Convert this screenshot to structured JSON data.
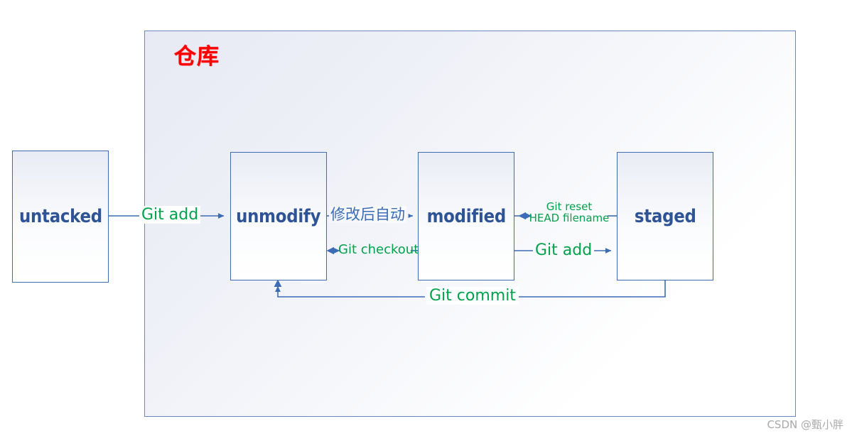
{
  "diagram": {
    "title": "仓库",
    "title_color": "#ff0000",
    "container_border_color": "#6b86c4",
    "box_border_color": "#3b6cb5",
    "box_text_color": "#2e5496",
    "label_green": "#00a14b",
    "label_blue": "#3b6cb5",
    "states": [
      {
        "id": "untacked",
        "label": "untacked"
      },
      {
        "id": "unmodify",
        "label": "unmodify"
      },
      {
        "id": "modified",
        "label": "modified"
      },
      {
        "id": "staged",
        "label": "staged"
      }
    ],
    "transitions": [
      {
        "id": "git-add-1",
        "label": "Git add",
        "from": "untacked",
        "to": "unmodify",
        "color": "#00a14b"
      },
      {
        "id": "auto-modify",
        "label": "修改后自动",
        "from": "unmodify",
        "to": "modified",
        "color": "#3b6cb5"
      },
      {
        "id": "git-checkout",
        "label": "Git checkout",
        "from": "modified",
        "to": "unmodify",
        "color": "#00a14b"
      },
      {
        "id": "git-reset",
        "label": "Git reset",
        "label2": "HEAD filename",
        "from": "staged",
        "to": "modified",
        "color": "#00a14b"
      },
      {
        "id": "git-add-2",
        "label": "Git add",
        "from": "modified",
        "to": "staged",
        "color": "#00a14b"
      },
      {
        "id": "git-commit",
        "label": "Git commit",
        "from": "staged",
        "to": "unmodify",
        "color": "#00a14b"
      }
    ]
  },
  "watermark": {
    "text": "CSDN @甄小胖"
  }
}
